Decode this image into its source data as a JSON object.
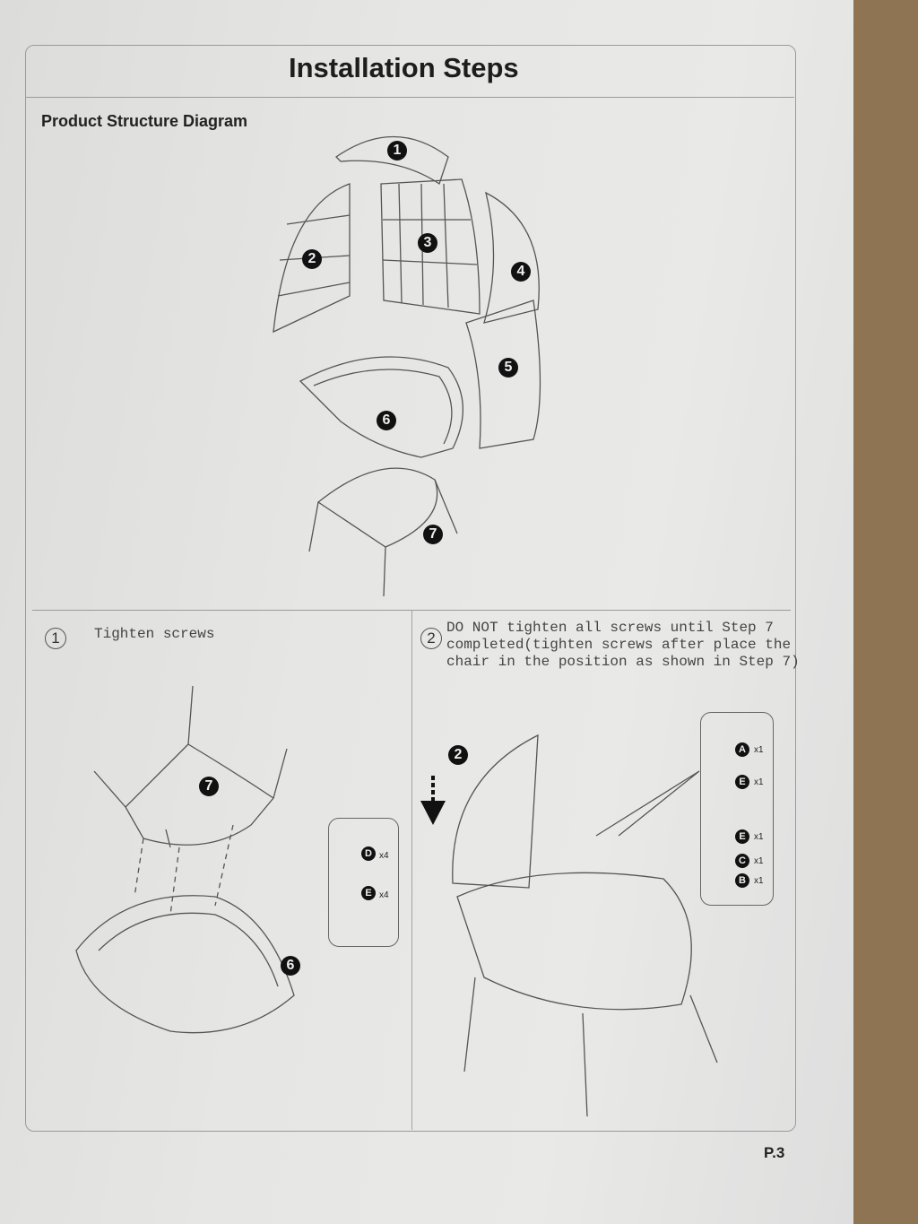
{
  "header": {
    "title": "Installation Steps",
    "subtitle": "Product Structure Diagram"
  },
  "diagram": {
    "callouts": [
      "1",
      "2",
      "3",
      "4",
      "5",
      "6",
      "7"
    ]
  },
  "steps": [
    {
      "number": "1",
      "text": "Tighten screws",
      "callouts": [
        "7",
        "6"
      ],
      "parts": [
        {
          "letter": "D",
          "qty": "x4"
        },
        {
          "letter": "E",
          "qty": "x4"
        }
      ]
    },
    {
      "number": "2",
      "text_lines": [
        "DO NOT tighten all screws until Step 7",
        "completed(tighten screws after place the",
        "chair in the position as shown in Step 7)"
      ],
      "callouts": [
        "2"
      ],
      "parts": [
        {
          "letter": "A",
          "qty": "x1"
        },
        {
          "letter": "E",
          "qty": "x1"
        },
        {
          "letter": "E",
          "qty": "x1"
        },
        {
          "letter": "C",
          "qty": "x1"
        },
        {
          "letter": "B",
          "qty": "x1"
        }
      ]
    }
  ],
  "footer": {
    "page": "P.3"
  }
}
